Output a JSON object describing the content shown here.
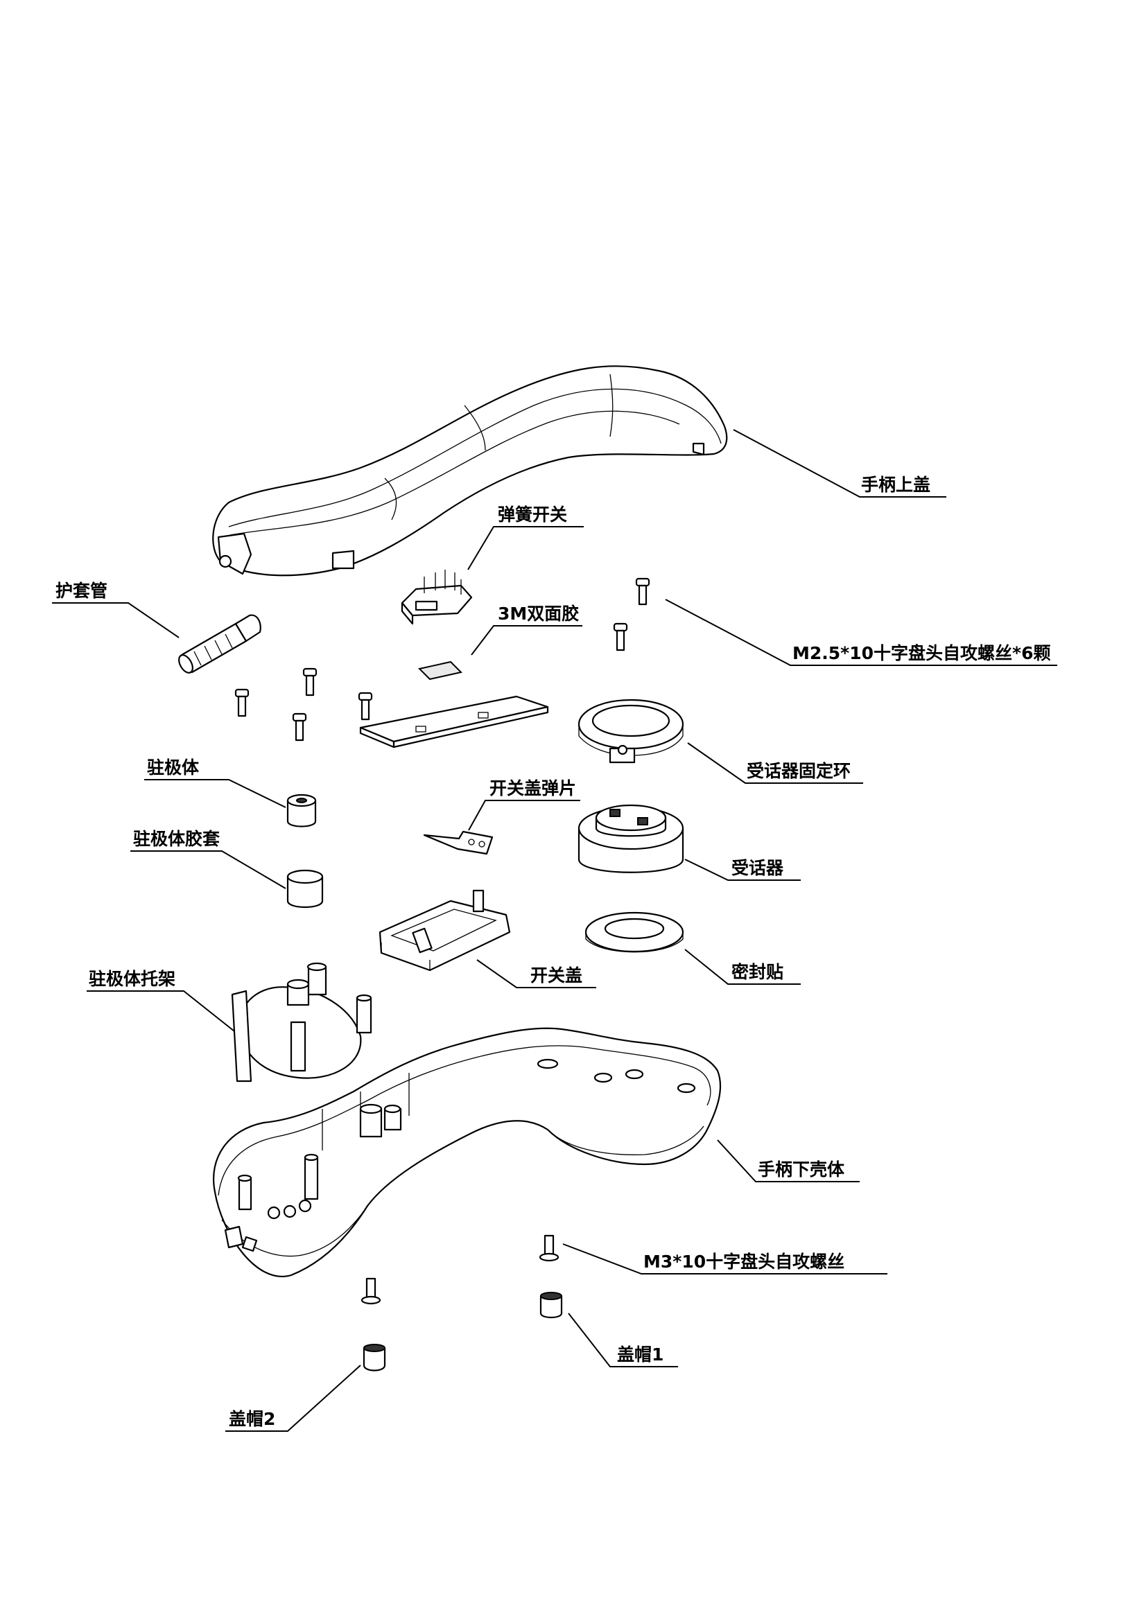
{
  "labels": {
    "upper_cover": "手柄上盖",
    "spring_switch": "弹簧开关",
    "sheath_tube": "护套管",
    "tape_3m": "3M双面胶",
    "screw_m25": "M2.5*10十字盘头自攻螺丝*6颗",
    "receiver_ring": "受话器固定环",
    "electret": "驻极体",
    "switch_cover_spring": "开关盖弹片",
    "electret_sleeve": "驻极体胶套",
    "receiver": "受话器",
    "switch_cover": "开关盖",
    "seal": "密封贴",
    "electret_bracket": "驻极体托架",
    "lower_shell": "手柄下壳体",
    "screw_m3": "M3*10十字盘头自攻螺丝",
    "cap1": "盖帽1",
    "cap2": "盖帽2"
  }
}
